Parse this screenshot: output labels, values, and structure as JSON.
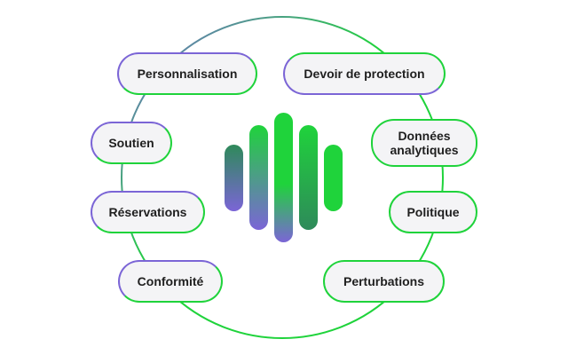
{
  "colors": {
    "green": "#1fd33b",
    "purple": "#7b65d6",
    "dark_green": "#2e8a5a",
    "pill_fill": "#f4f4f6"
  },
  "center_graphic": {
    "icon": "sound-wave-logo-icon",
    "bars": 5
  },
  "items": [
    {
      "label": "Personnalisation"
    },
    {
      "label": "Devoir de protection"
    },
    {
      "label": "Soutien"
    },
    {
      "label": "Données\nanalytiques"
    },
    {
      "label": "Réservations"
    },
    {
      "label": "Politique"
    },
    {
      "label": "Conformité"
    },
    {
      "label": "Perturbations"
    }
  ]
}
